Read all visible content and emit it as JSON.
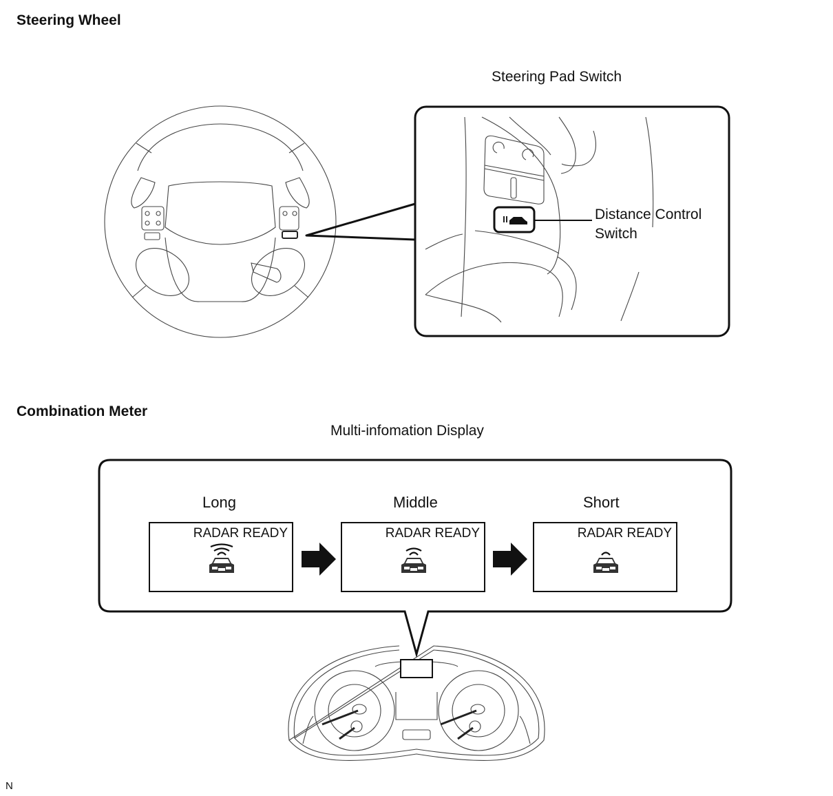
{
  "sections": {
    "steering_wheel": {
      "title": "Steering Wheel",
      "inset_title": "Steering Pad Switch",
      "callout_label_line1": "Distance Control",
      "callout_label_line2": "Switch"
    },
    "combination_meter": {
      "title": "Combination Meter",
      "inset_title": "Multi-infomation Display",
      "modes": [
        {
          "label": "Long",
          "display_text": "RADAR  READY",
          "radar_arcs": 3
        },
        {
          "label": "Middle",
          "display_text": "RADAR  READY",
          "radar_arcs": 2
        },
        {
          "label": "Short",
          "display_text": "RADAR  READY",
          "radar_arcs": 1
        }
      ],
      "transition_icon": "right-arrow-icon"
    }
  },
  "footer": {
    "code": "N"
  }
}
